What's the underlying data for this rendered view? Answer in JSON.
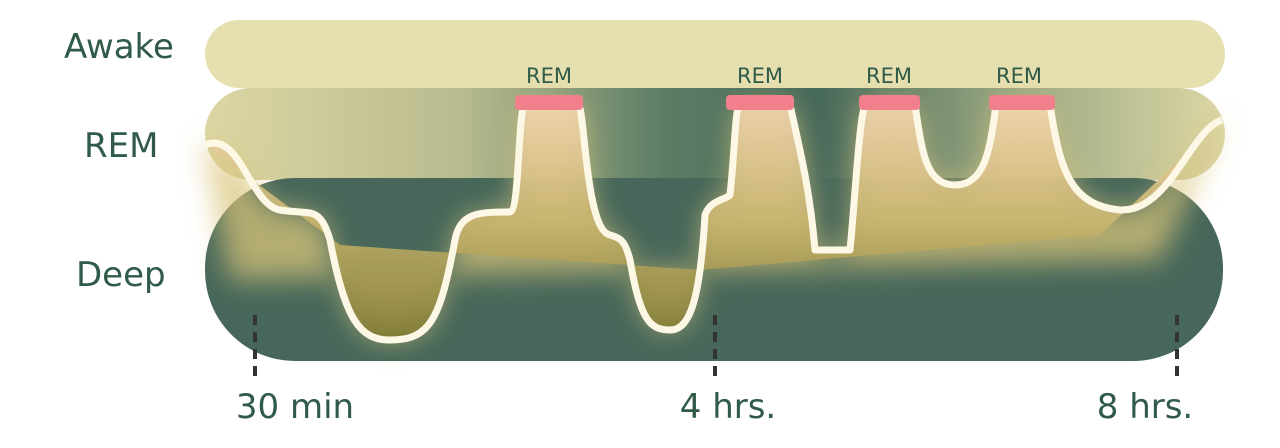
{
  "stages": {
    "awake": "Awake",
    "rem": "REM",
    "deep": "Deep"
  },
  "rem_markers": [
    "REM",
    "REM",
    "REM",
    "REM"
  ],
  "time_axis": [
    "30 min",
    "4 hrs.",
    "8 hrs."
  ],
  "colors": {
    "text": "#2f5b48",
    "awake_band": "#e6dfb0",
    "deep_band": "#46675a",
    "rem_marker": "#f27f8c",
    "hypnogram_line": "#fdf8e6"
  }
}
